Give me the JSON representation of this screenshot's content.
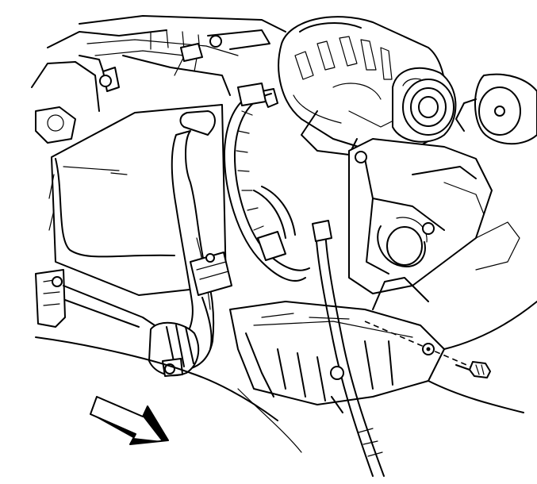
{
  "figure": {
    "kind": "exploded-view line drawing",
    "components": [
      "alternator",
      "alternator-pulley",
      "idler-pulley",
      "engine-block",
      "oil-pan",
      "wiring-harness",
      "coolant-hose",
      "hose-clamp",
      "mounting-bracket",
      "mounting-bolt",
      "direction-arrow"
    ],
    "arrow_direction": "down-right",
    "line_color": "#000000",
    "background_color": "#ffffff"
  }
}
